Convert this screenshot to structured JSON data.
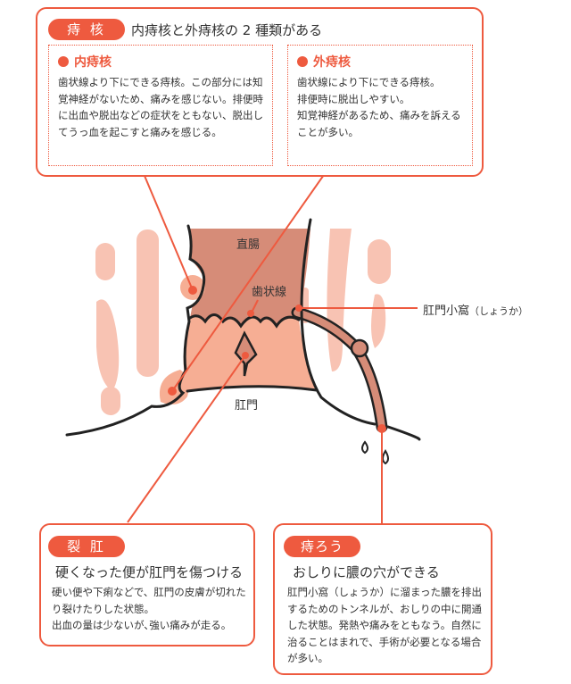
{
  "hemorrhoid": {
    "tag": "痔 核",
    "headline": "内痔核と外痔核の 2 種類がある",
    "internal": {
      "title": "内痔核",
      "text": "歯状線より下にできる痔核。この部分には知覚神経がないため、痛みを感じない。排便時に出血や脱出などの症状をともない、脱出してうっ血を起こすと痛みを感じる。"
    },
    "external": {
      "title": "外痔核",
      "text": "歯状線により下にできる痔核。\n排便時に脱出しやすい。\n知覚神経があるため、痛みを訴えることが多い。"
    }
  },
  "fissure": {
    "tag": "裂 肛",
    "headline": "硬くなった便が肛門を傷つける",
    "text": "硬い便や下痢などで、肛門の皮膚が切れたり裂けたりした状態。\n出血の量は少ないが､強い痛みが走る。"
  },
  "fistula": {
    "tag": "痔ろう",
    "headline": "おしりに膿の穴ができる",
    "text": "肛門小窩（しょうか）に溜まった膿を排出するためのトンネルが、おしりの中に開通した状態。発熱や痛みをともなう。自然に治ることはまれで、手術が必要となる場合が多い。"
  },
  "diagram_labels": {
    "rectum": "直腸",
    "dentate_line": "歯状線",
    "anus": "肛門",
    "anal_crypt": "肛門小窩",
    "anal_crypt_reading": "（しょうか）"
  },
  "colors": {
    "accent": "#ee5a3f",
    "rectum": "#d68c78",
    "tissue": "#f6ae94",
    "muscle": "#f8c3b3"
  }
}
